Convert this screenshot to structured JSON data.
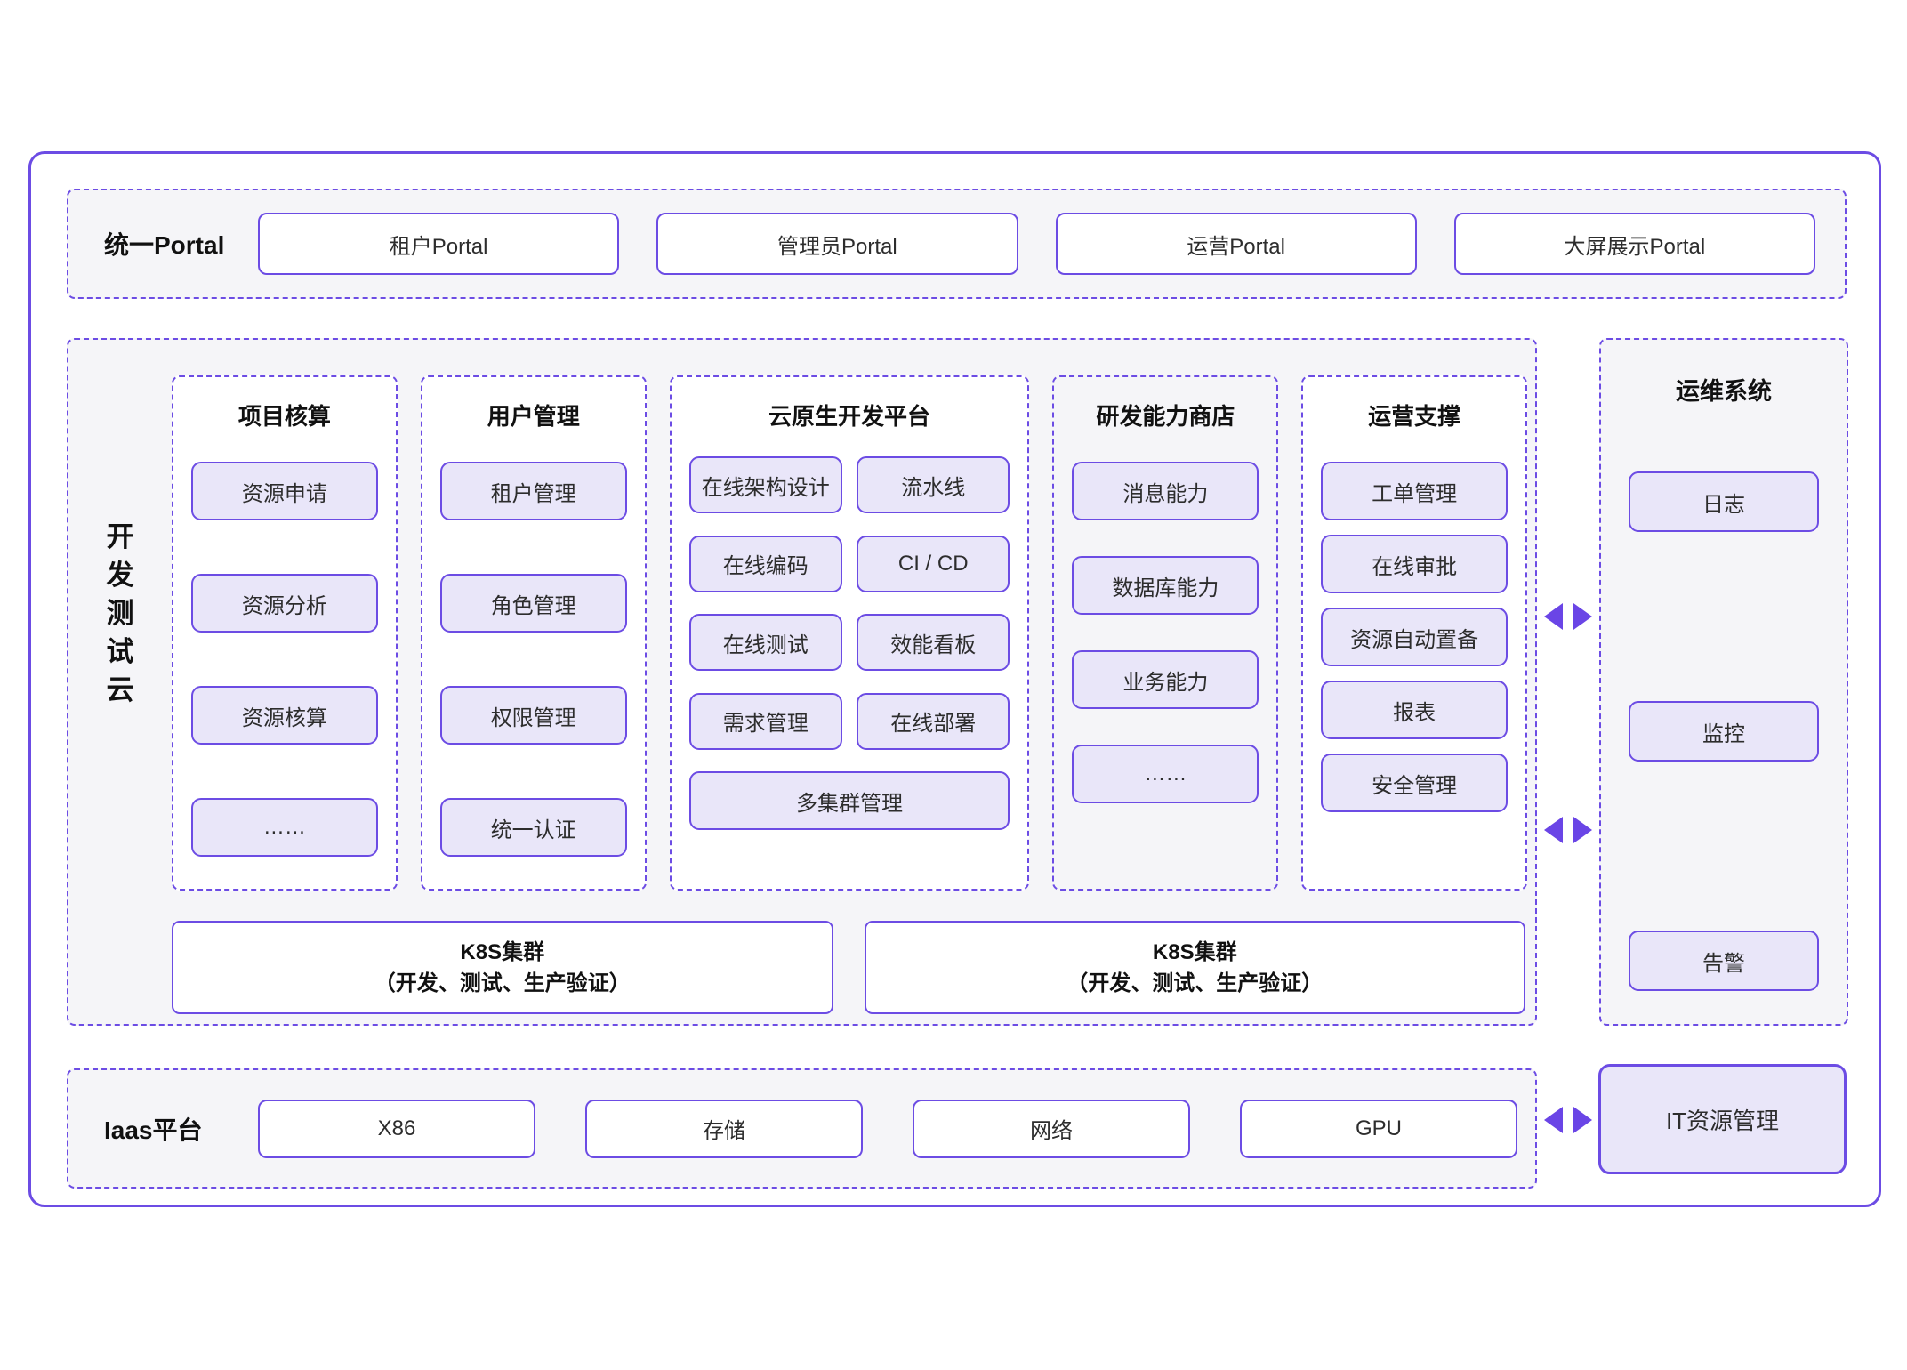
{
  "colors": {
    "accent_purple": "#6C4CE4",
    "arrow_purple": "#6A45E6",
    "box_fill_light_purple": "#E9E6F9",
    "panel_background": "#F5F5F8",
    "box_background_white": "#FFFFFF"
  },
  "portal_bar": {
    "label": "统一Portal",
    "items": [
      "租户Portal",
      "管理员Portal",
      "运营Portal",
      "大屏展示Portal"
    ]
  },
  "dev_cloud": {
    "label": "开发测试云",
    "columns": [
      {
        "title": "项目核算",
        "layout": "list",
        "items": [
          "资源申请",
          "资源分析",
          "资源核算",
          "……"
        ]
      },
      {
        "title": "用户管理",
        "layout": "list",
        "items": [
          "租户管理",
          "角色管理",
          "权限管理",
          "统一认证"
        ]
      },
      {
        "title": "云原生开发平台",
        "layout": "grid",
        "grid_items": [
          "在线架构设计",
          "流水线",
          "在线编码",
          "CI / CD",
          "在线测试",
          "效能看板",
          "需求管理",
          "在线部署"
        ],
        "full_item": "多集群管理"
      },
      {
        "title": "研发能力商店",
        "layout": "list",
        "items": [
          "消息能力",
          "数据库能力",
          "业务能力",
          "……"
        ]
      },
      {
        "title": "运营支撑",
        "layout": "list",
        "items": [
          "工单管理",
          "在线审批",
          "资源自动置备",
          "报表",
          "安全管理"
        ]
      }
    ],
    "k8s_clusters": [
      {
        "line1": "K8S集群",
        "line2": "（开发、测试、生产验证）"
      },
      {
        "line1": "K8S集群",
        "line2": "（开发、测试、生产验证）"
      }
    ]
  },
  "iaas": {
    "label": "Iaas平台",
    "items": [
      "X86",
      "存储",
      "网络",
      "GPU"
    ]
  },
  "ops_system": {
    "title": "运维系统",
    "items": [
      "日志",
      "监控",
      "告警"
    ]
  },
  "it_resource": {
    "label": "IT资源管理"
  }
}
